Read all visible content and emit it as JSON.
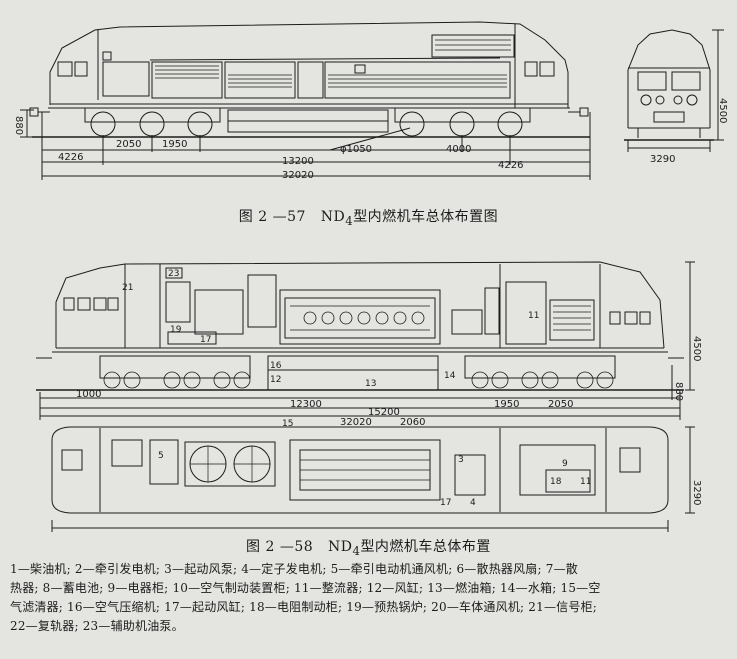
{
  "fig57": {
    "caption_prefix": "图 2 —57",
    "caption_model": "ND",
    "caption_sub": "4",
    "caption_suffix": "型内燃机车总体布置图",
    "dims": {
      "a": "2050",
      "b": "1950",
      "c": "4226",
      "d": "13200",
      "e": "32020",
      "f": "φ1050",
      "g": "4000",
      "h": "4226",
      "i": "3290",
      "j": "4500",
      "k": "880"
    }
  },
  "fig58": {
    "caption_prefix": "图 2 —58",
    "caption_model": "ND",
    "caption_sub": "4",
    "caption_suffix": "型内燃机车总体布置",
    "dims": {
      "a": "4500",
      "b": "880",
      "c": "3290",
      "d": "1000",
      "e": "12300",
      "f": "1950",
      "g": "2050",
      "h": "32020",
      "i": "15200",
      "j": "2060"
    },
    "labels": [
      "21",
      "23",
      "19",
      "11",
      "17",
      "16",
      "12",
      "13",
      "14",
      "15",
      "5",
      "9",
      "18",
      "11",
      "3",
      "17",
      "4"
    ]
  },
  "legend": {
    "lines": [
      "1—柴油机; 2—牵引发电机; 3—起动风泵; 4—定子发电机; 5—牵引电动机通风机; 6—散热器风扇; 7—散",
      "热器; 8—蓄电池; 9—电器柜; 10—空气制动装置柜; 11—整流器; 12—风缸; 13—燃油箱; 14—水箱; 15—空",
      "气滤清器; 16—空气压缩机; 17—起动风缸; 18—电阻制动柜; 19—预热锅炉; 20—车体通风机; 21—信号柜;",
      "22—复轨器; 23—辅助机油泵。"
    ]
  }
}
